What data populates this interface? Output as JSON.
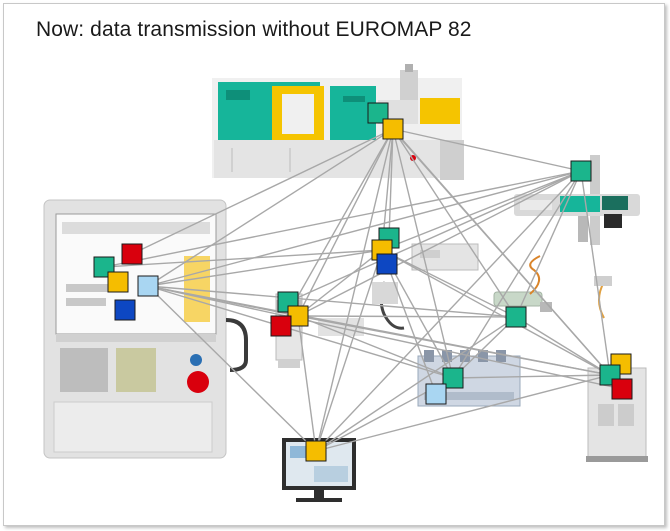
{
  "title": "Now: data transmission without EUROMAP 82",
  "colors": {
    "green": "#1bb58c",
    "yellow": "#f5bd00",
    "red": "#d9000d",
    "blue": "#0d47c2",
    "light_blue": "#a9d6f2",
    "line": "#a8a8a8",
    "machine_teal": "#16b59a"
  },
  "devices": [
    {
      "name": "injection-molding-machine"
    },
    {
      "name": "robot-arm"
    },
    {
      "name": "machine-control-panel"
    },
    {
      "name": "hot-runner-unit"
    },
    {
      "name": "temperature-controller"
    },
    {
      "name": "sensor-cable"
    },
    {
      "name": "valve-manifold"
    },
    {
      "name": "dryer-unit"
    },
    {
      "name": "computer-monitor"
    }
  ]
}
